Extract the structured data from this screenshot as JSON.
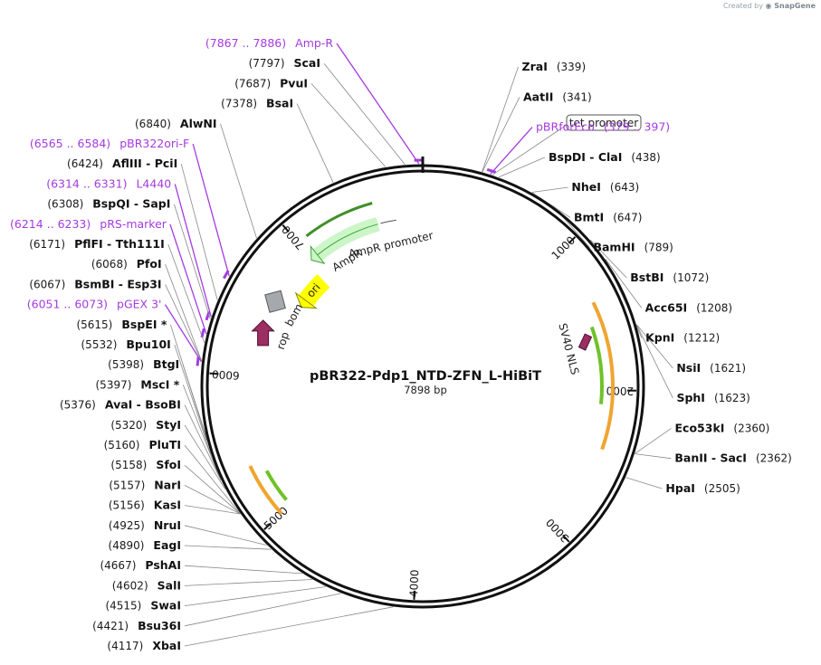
{
  "credit": {
    "prefix": "Created by",
    "brand": "SnapGene"
  },
  "plasmid": {
    "name": "pBR322-Pdp1_NTD-ZFN_L-HiBiT",
    "length_label": "7898 bp",
    "length": 7898
  },
  "ticks": [
    "1000",
    "2000",
    "3000",
    "4000",
    "5000",
    "6000",
    "7000"
  ],
  "features": [
    {
      "label": "AmpR",
      "color": "#ccf6c8",
      "stroke": "#43a13a",
      "start": 7050,
      "end": 7560
    },
    {
      "label": "AmpR promoter",
      "color": "#ffffff",
      "stroke": "#555555",
      "start": 7580,
      "end": 7700
    },
    {
      "label": "ori",
      "color": "#ffff00",
      "stroke": "#8a8a00",
      "start": 6720,
      "end": 6950
    },
    {
      "label": "bom",
      "color": "#a5a9ae",
      "stroke": "#5a5a5a"
    },
    {
      "label": "rop",
      "color": "#9c2e62",
      "stroke": "#4a1030"
    },
    {
      "label": "tet promoter"
    },
    {
      "label": "SV40 NLS",
      "color": "#9c2e62",
      "stroke": "#4a1030"
    }
  ],
  "sites": [
    {
      "name": "Amp-R",
      "pos": "(7867 .. 7886)",
      "kind": "primer",
      "at": 7876
    },
    {
      "name": "ScaI",
      "pos": "(7797)",
      "kind": "enzyme",
      "at": 7797
    },
    {
      "name": "PvuI",
      "pos": "(7687)",
      "kind": "enzyme",
      "at": 7687
    },
    {
      "name": "BsaI",
      "pos": "(7378)",
      "kind": "enzyme",
      "at": 7378
    },
    {
      "name": "AlwNI",
      "pos": "(6840)",
      "kind": "enzyme",
      "at": 6840
    },
    {
      "name": "pBR322ori-F",
      "pos": "(6565 .. 6584)",
      "kind": "primer",
      "at": 6574
    },
    {
      "name": "AflIII  - PciI",
      "pos": "(6424)",
      "kind": "enzyme",
      "at": 6424
    },
    {
      "name": "L4440",
      "pos": "(6314 .. 6331)",
      "kind": "primer",
      "at": 6322
    },
    {
      "name": "BspQI  - SapI",
      "pos": "(6308)",
      "kind": "enzyme",
      "at": 6308
    },
    {
      "name": "pRS-marker",
      "pos": "(6214 .. 6233)",
      "kind": "primer",
      "at": 6223
    },
    {
      "name": "PflFI  - Tth111I",
      "pos": "(6171)",
      "kind": "enzyme",
      "at": 6171
    },
    {
      "name": "pGEX 3'",
      "pos": "(6051 .. 6073)",
      "kind": "primer",
      "at": 6062
    },
    {
      "name": "PfoI",
      "pos": "(6068)",
      "kind": "enzyme",
      "at": 6068
    },
    {
      "name": "BsmBI  - Esp3I",
      "pos": "(6067)",
      "kind": "enzyme",
      "at": 6067
    },
    {
      "name": "BspEI *",
      "pos": "(5615)",
      "kind": "enzyme",
      "at": 5615
    },
    {
      "name": "Bpu10I",
      "pos": "(5532)",
      "kind": "enzyme",
      "at": 5532
    },
    {
      "name": "BtgI",
      "pos": "(5398)",
      "kind": "enzyme",
      "at": 5398
    },
    {
      "name": "MscI *",
      "pos": "(5397)",
      "kind": "enzyme",
      "at": 5397
    },
    {
      "name": "AvaI  - BsoBI",
      "pos": "(5376)",
      "kind": "enzyme",
      "at": 5376
    },
    {
      "name": "StyI",
      "pos": "(5320)",
      "kind": "enzyme",
      "at": 5320
    },
    {
      "name": "PluTI",
      "pos": "(5160)",
      "kind": "enzyme",
      "at": 5160
    },
    {
      "name": "SfoI",
      "pos": "(5158)",
      "kind": "enzyme",
      "at": 5158
    },
    {
      "name": "NarI",
      "pos": "(5157)",
      "kind": "enzyme",
      "at": 5157
    },
    {
      "name": "KasI",
      "pos": "(5156)",
      "kind": "enzyme",
      "at": 5156
    },
    {
      "name": "NruI",
      "pos": "(4925)",
      "kind": "enzyme",
      "at": 4925
    },
    {
      "name": "EagI",
      "pos": "(4890)",
      "kind": "enzyme",
      "at": 4890
    },
    {
      "name": "PshAI",
      "pos": "(4667)",
      "kind": "enzyme",
      "at": 4667
    },
    {
      "name": "SalI",
      "pos": "(4602)",
      "kind": "enzyme",
      "at": 4602
    },
    {
      "name": "SwaI",
      "pos": "(4515)",
      "kind": "enzyme",
      "at": 4515
    },
    {
      "name": "Bsu36I",
      "pos": "(4421)",
      "kind": "enzyme",
      "at": 4421
    },
    {
      "name": "XbaI",
      "pos": "(4117)",
      "kind": "enzyme",
      "at": 4117
    },
    {
      "name": "ZraI",
      "pos": "(339)",
      "kind": "enzyme",
      "at": 339
    },
    {
      "name": "AatII",
      "pos": "(341)",
      "kind": "enzyme",
      "at": 341
    },
    {
      "name": "pBRforEco",
      "pos": "(379 .. 397)",
      "kind": "primer",
      "at": 388
    },
    {
      "name": "BspDI  - ClaI",
      "pos": "(438)",
      "kind": "enzyme",
      "at": 438
    },
    {
      "name": "NheI",
      "pos": "(643)",
      "kind": "enzyme",
      "at": 643
    },
    {
      "name": "BmtI",
      "pos": "(647)",
      "kind": "enzyme",
      "at": 647
    },
    {
      "name": "BamHI",
      "pos": "(789)",
      "kind": "enzyme",
      "at": 789
    },
    {
      "name": "BstBI",
      "pos": "(1072)",
      "kind": "enzyme",
      "at": 1072
    },
    {
      "name": "Acc65I",
      "pos": "(1208)",
      "kind": "enzyme",
      "at": 1208
    },
    {
      "name": "KpnI",
      "pos": "(1212)",
      "kind": "enzyme",
      "at": 1212
    },
    {
      "name": "NsiI",
      "pos": "(1621)",
      "kind": "enzyme",
      "at": 1621
    },
    {
      "name": "SphI",
      "pos": "(1623)",
      "kind": "enzyme",
      "at": 1623
    },
    {
      "name": "Eco53kI",
      "pos": "(2360)",
      "kind": "enzyme",
      "at": 2360
    },
    {
      "name": "BanII  - SacI",
      "pos": "(2362)",
      "kind": "enzyme",
      "at": 2362
    },
    {
      "name": "HpaI",
      "pos": "(2505)",
      "kind": "enzyme",
      "at": 2505
    }
  ],
  "colors": {
    "primer": "#a43be0",
    "backbone": "#111111",
    "orf_orange": "#f0a530",
    "orf_green": "#6fc22a",
    "leader": "#888888"
  }
}
